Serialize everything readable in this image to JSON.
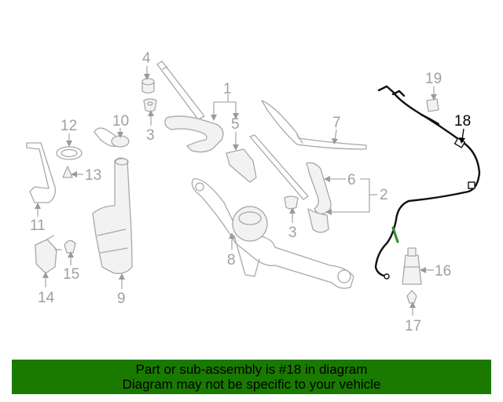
{
  "diagram": {
    "highlighted_part": "18",
    "highlight_color": "#000000",
    "part_color": "#a0a0a0",
    "labels": {
      "p1": "1",
      "p2": "2",
      "p3a": "3",
      "p3b": "3",
      "p4": "4",
      "p5": "5",
      "p6": "6",
      "p7": "7",
      "p8": "8",
      "p9": "9",
      "p10": "10",
      "p11": "11",
      "p12": "12",
      "p13": "13",
      "p14": "14",
      "p15": "15",
      "p16": "16",
      "p17": "17",
      "p18": "18",
      "p19": "19"
    }
  },
  "banner": {
    "line1": "Part or sub-assembly is #18 in diagram",
    "line2": "Diagram may not be specific to your vehicle",
    "background": "#1a7a00"
  }
}
